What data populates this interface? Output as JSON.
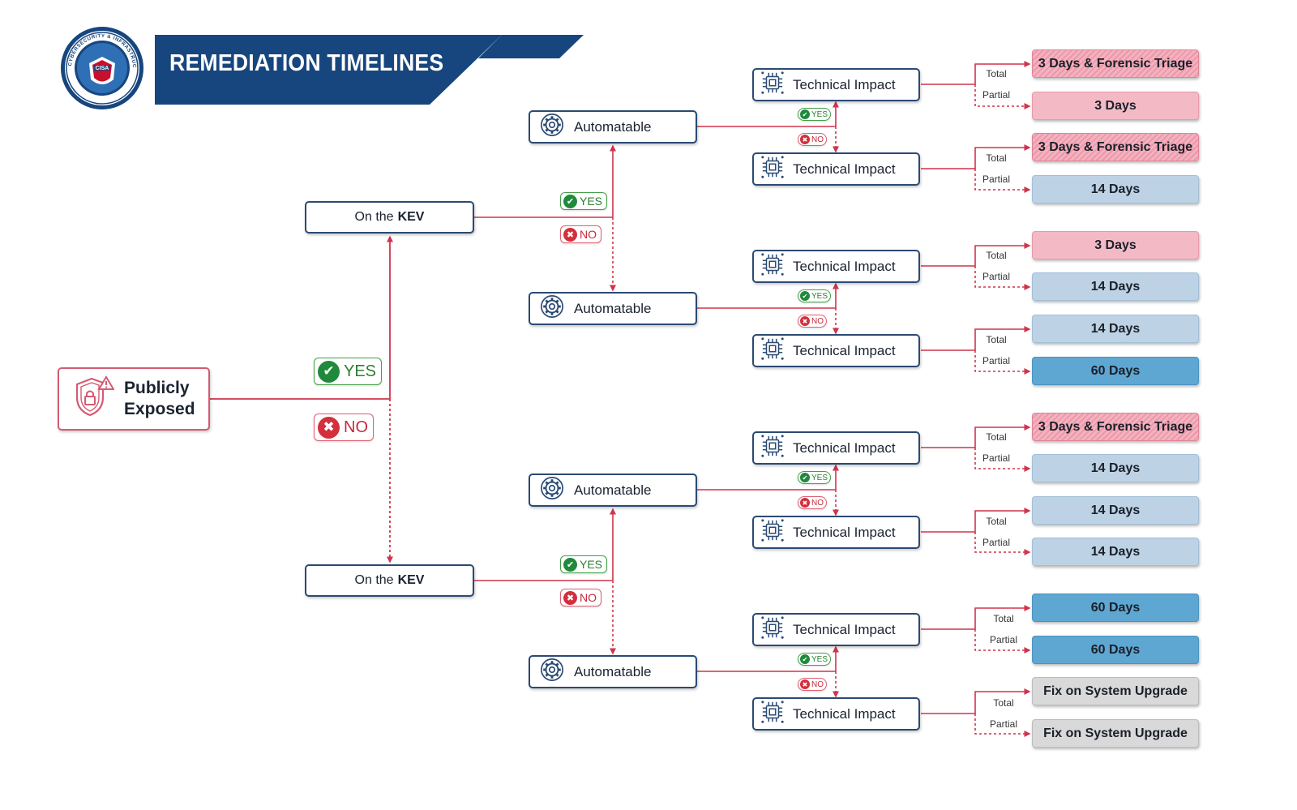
{
  "header": {
    "title": "REMEDIATION TIMELINES",
    "logo_text": "CISA",
    "logo_ring_text": "CYBERSECURITY & INFRASTRUCTURE SECURITY AGENCY"
  },
  "colors": {
    "navy": "#17467e",
    "wire": "#d0344c",
    "node_border": "#2b4a73",
    "yes_green": "#1f8a3b",
    "no_red": "#d32f3c",
    "pink": "#f3bac6",
    "light_blue": "#bdd3e5",
    "dark_blue": "#5ea7d2",
    "gray": "#d9d9d9"
  },
  "root": {
    "line1": "Publicly",
    "line2": "Exposed",
    "icon": "shield-lock-alert-icon"
  },
  "kev": {
    "prefix": "On the",
    "bold": "KEV"
  },
  "automatable_label": "Automatable",
  "technical_impact_label": "Technical Impact",
  "yes_label": "YES",
  "no_label": "NO",
  "total_label": "Total",
  "partial_label": "Partial",
  "outcomes": [
    "3 Days & Forensic Triage",
    "3 Days",
    "3 Days & Forensic Triage",
    "14 Days",
    "3 Days",
    "14 Days",
    "14 Days",
    "60 Days",
    "3 Days & Forensic Triage",
    "14 Days",
    "14 Days",
    "14 Days",
    "60 Days",
    "60 Days",
    "Fix on System Upgrade",
    "Fix on System Upgrade"
  ],
  "outcome_styles": [
    "triage",
    "pink",
    "triage",
    "lblue",
    "pink",
    "lblue",
    "lblue",
    "dblue",
    "triage",
    "lblue",
    "lblue",
    "lblue",
    "dblue",
    "dblue",
    "gray",
    "gray"
  ]
}
